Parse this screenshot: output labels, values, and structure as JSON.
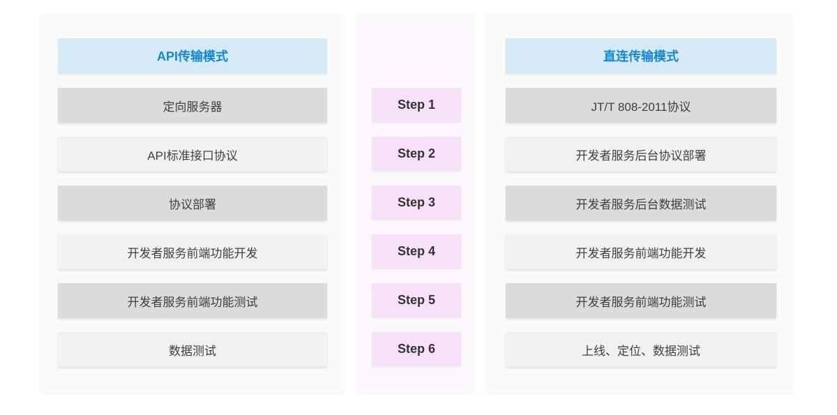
{
  "columns": [
    {
      "id": "api-mode",
      "header": "API传输模式",
      "rows": [
        "定向服务器",
        "API标准接口协议",
        "协议部署",
        "开发者服务前端功能开发",
        "开发者服务前端功能测试",
        "数据测试"
      ]
    },
    {
      "id": "direct-mode",
      "header": "直连传输模式",
      "rows": [
        "JT/T 808-2011协议",
        "开发者服务后台协议部署",
        "开发者服务后台数据测试",
        "开发者服务前端功能开发",
        "开发者服务前端功能测试",
        "上线、定位、数据测试"
      ]
    }
  ],
  "steps": [
    "Step 1",
    "Step 2",
    "Step 3",
    "Step 4",
    "Step 5",
    "Step 6"
  ],
  "colors": {
    "header_bg": "#d5e9f6",
    "header_text": "#1787d0",
    "row_dark": "#dbdbdb",
    "row_light": "#f1f1f1",
    "row_text": "#3f3f3f",
    "step_bg": "#f7e1f8",
    "step_text": "#333333",
    "panel_bg": "#fafafa",
    "steps_panel_bg": "#fdf8fe",
    "page_bg": "#ffffff"
  }
}
